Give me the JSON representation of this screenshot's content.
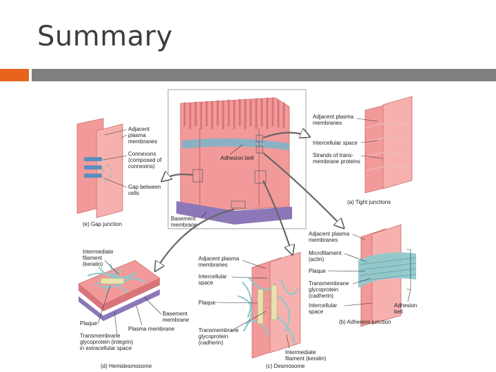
{
  "slide": {
    "title": "Summary"
  },
  "colors": {
    "accent_orange": "#e8641c",
    "accent_gray": "#7f7f7f",
    "cell_pink": "#f29a9a",
    "membrane": "#d9747a",
    "filament_blue": "#8fc9cc",
    "basement_purple": "#8c78b8",
    "adhesion_blue": "#7fb3c9"
  },
  "central": {
    "adhesion_belt": "Adhesion belt",
    "basement_membrane": "Basement membrane"
  },
  "gap_junction": {
    "adjacent_plasma_membranes": "Adjacent plasma membranes",
    "connexons": "Connexons (composed of connexins)",
    "gap_between_cells": "Gap between cells",
    "caption": "(e) Gap junction"
  },
  "tight_junction": {
    "adjacent_plasma_membranes": "Adjacent plasma membranes",
    "intercellular_space": "Intercellular space",
    "strands": "Strands of trans- membrane proteins",
    "caption": "(a) Tight junctions"
  },
  "adherens_junction": {
    "adjacent_plasma_membranes": "Adjacent plasma membranes",
    "microfilament": "Microfilament (actin)",
    "plaque": "Plaque",
    "transmembrane": "Transmembrane glycoprotein (cadherin)",
    "intercellular_space": "Intercellular space",
    "adhesion_belt": "Adhesion belt",
    "caption": "(b) Adherens junction"
  },
  "hemidesmosome": {
    "intermediate_filament": "Intermediate filament (keratin)",
    "basement_membrane": "Basement membrane",
    "plaque": "Plaque",
    "plasma_membrane": "Plasma membrane",
    "transmembrane": "Transmembrane glycoprotein (integrin) in extracellular space",
    "caption": "(d) Hemidesmosome"
  },
  "desmosome": {
    "adjacent_plasma_membranes": "Adjacent plasma membranes",
    "intercellular_space": "Intercellular space",
    "plaque": "Plaque",
    "transmembrane": "Transmembrane glycoprotein (cadherin)",
    "intermediate_filament": "Intermediate filament (keratin)",
    "caption": "(c) Desmosome"
  }
}
